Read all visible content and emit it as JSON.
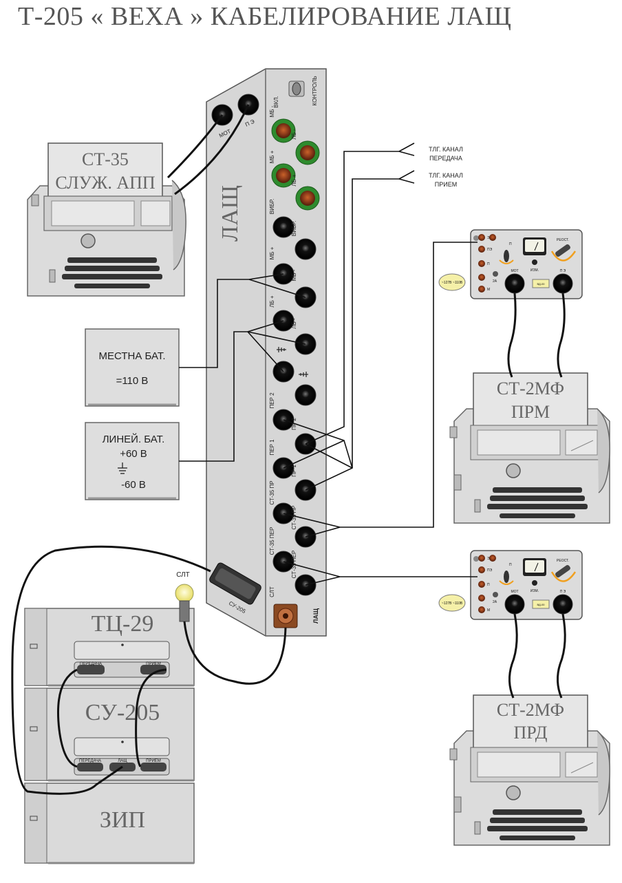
{
  "title": "Т-205   « ВЕХА »   КАБЕЛИРОВАНИЕ ЛАЩ",
  "st35": {
    "line1": "СТ-35",
    "line2": "СЛУЖ. АПП"
  },
  "lash": {
    "name": "ЛАЩ",
    "name_bottom": "ЛАЩ",
    "switch_on": "ВКЛ.",
    "switch_control": "КОНТРОЛЬ",
    "mot": "МОТ",
    "pe": "П Э",
    "handset_label": "СУ-205",
    "left_labels": [
      "МБ -",
      "МБ +",
      "ВИБР.",
      "МБ +",
      "ЛБ +",
      "ПЕР 2",
      "ПЕР 1",
      "СТ-35 ПР",
      "СТ-35 ПЕР",
      "СЛТ"
    ],
    "right_labels": [
      "ЛБ -",
      "ЛБ +",
      "ВИБР.",
      "МБ -",
      "ЛБ -",
      "ПР 2",
      "ПР 1",
      "СТ-35 ПР",
      "СТ-35 ПЕР"
    ]
  },
  "channels": {
    "tx": [
      "ТЛГ. КАНАЛ",
      "ПЕРЕДАЧА"
    ],
    "rx": [
      "ТЛГ. КАНАЛ",
      "ПРИЕМ"
    ]
  },
  "local_bat": {
    "line1": "МЕСТНА БАТ.",
    "line2": "=110 В"
  },
  "line_bat": {
    "line1": "ЛИНЕЙ. БАТ.",
    "line2": "+60 В",
    "line3": "-60 В"
  },
  "power_unit": {
    "term_e": "Э",
    "term_pe": "ПЭ",
    "term_p": "П",
    "term_m": "М",
    "p_switch": "П",
    "rheostat": "РЕОСТ.",
    "izm": "ИЗМ.",
    "mot": "МОТ",
    "pe": "П Э",
    "fuse": "2А",
    "voltage": "~127В ~110В",
    "plate": "ВД-00"
  },
  "st2mf_rx": {
    "line1": "СТ-2МФ",
    "line2": "ПРМ"
  },
  "st2mf_tx": {
    "line1": "СТ-2МФ",
    "line2": "ПРД"
  },
  "slt": "СЛТ",
  "tc29": {
    "name": "ТЦ-29",
    "tx": "ПЕРЕДАЧА",
    "rx": "ПРИЕМ"
  },
  "su205": {
    "name": "СУ-205",
    "tx": "ПЕРЕДАЧА",
    "lash": "ЛАЩ",
    "rx": "ПРИЕМ"
  },
  "zip": {
    "name": "ЗИП"
  },
  "colors": {
    "panel": "#d6d6d6",
    "green_ring": "#2e8b2e",
    "brown_jack": "#8b3a1a",
    "lamp": "#f4ef9a",
    "dial_orange": "#f0a020"
  }
}
